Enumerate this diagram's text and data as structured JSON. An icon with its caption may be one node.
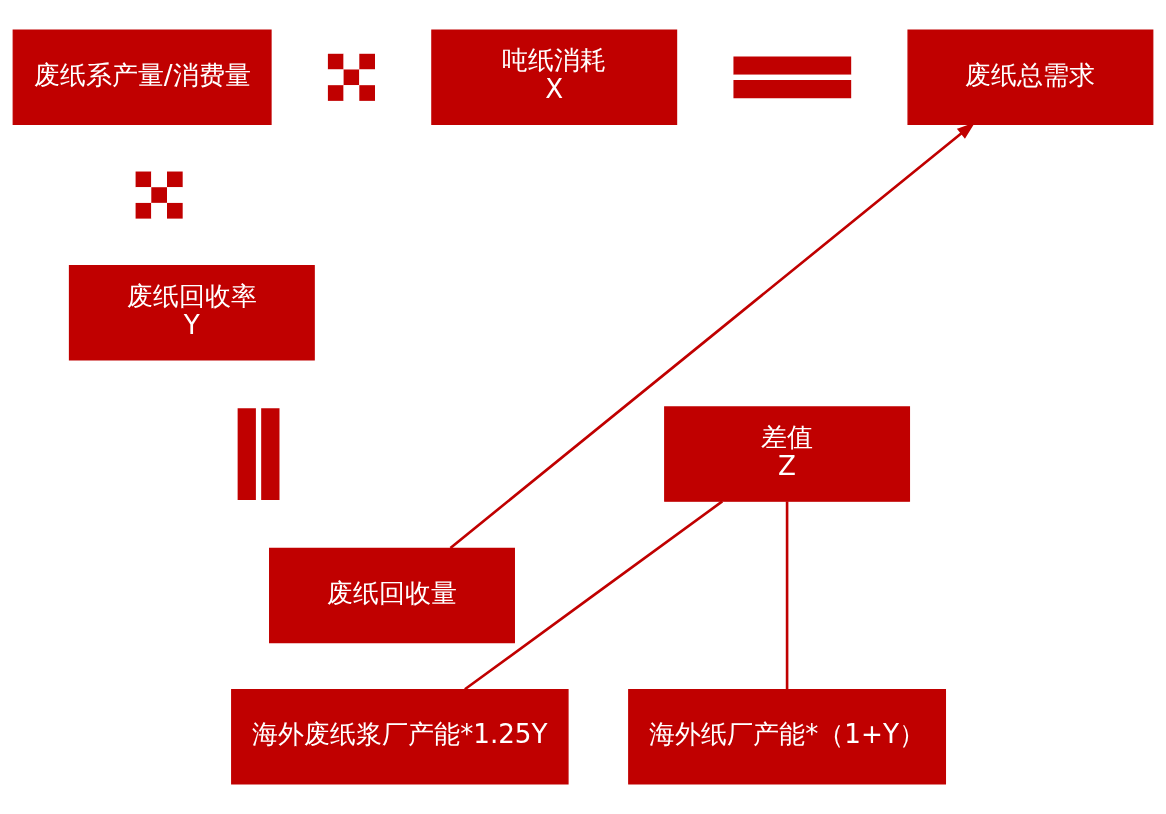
{
  "diagram": {
    "nodes": [
      {
        "text": [
          "废纸系产量/消费量"
        ]
      },
      {
        "text": [],
        "shape": "cross"
      },
      {
        "text": [
          "吨纸消耗",
          "X"
        ]
      },
      {
        "text": [],
        "shape": "equals"
      },
      {
        "text": [
          "废纸总需求"
        ]
      },
      {
        "text": [],
        "shape": "cross"
      },
      {
        "text": [
          "废纸回收率",
          "Y"
        ]
      },
      {
        "text": [],
        "shape": "equals"
      },
      {
        "text": [
          "差值",
          "Z"
        ]
      },
      {
        "text": [
          "废纸回收量"
        ]
      },
      {
        "text": [
          "海外废纸浆厂产能*1.25Y"
        ]
      },
      {
        "text": [
          "海外纸厂产能*（1+Y）"
        ]
      }
    ],
    "edges": [
      {
        "from": 9,
        "to": 4,
        "arrow": "to"
      },
      {
        "from": 8,
        "to": 10,
        "arrow": "none"
      },
      {
        "from": 8,
        "to": 11,
        "arrow": "none"
      }
    ]
  }
}
